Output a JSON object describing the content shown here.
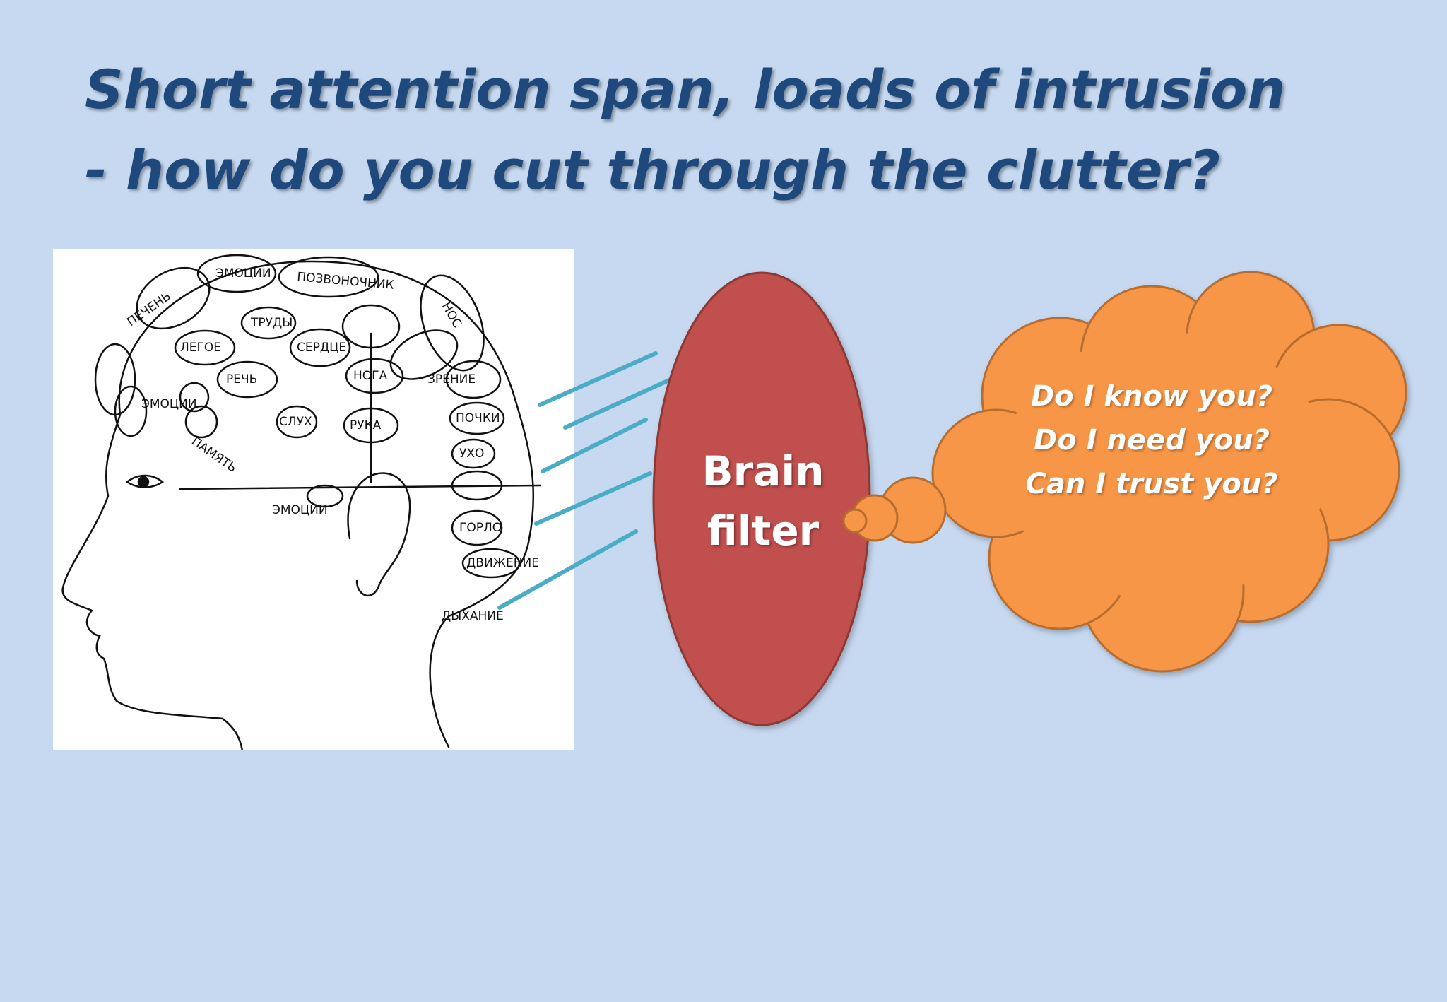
{
  "slide": {
    "title_lines": [
      "Short attention span, loads of intrusion",
      "- how do you cut through the clutter?"
    ],
    "filter_lines": [
      "Brain",
      "filter"
    ],
    "questions": [
      "Do I know you?",
      "Do I need you?",
      "Can I trust you?"
    ],
    "head_labels": [
      "ЭМОЦИИ",
      "ПОЗВОНОЧНИК",
      "ПЕЧЕНЬ",
      "НОС",
      "ТРУДЫ",
      "СЕРДЦЕ",
      "ЛЕГОЕ",
      "НОГА",
      "РЕЧЬ",
      "ЗРЕНИЕ",
      "ЭМОЦИИ",
      "СЛУХ",
      "РУКА",
      "ПОЧКИ",
      "ПАМЯТЬ",
      "УХО",
      "ЭМОЦИИ",
      "ГОРЛО",
      "ДВИЖЕНИЕ",
      "ДЫХАНИЕ"
    ]
  },
  "colors": {
    "background": "#c6d9f1",
    "title": "#1f497d",
    "filter_fill": "#c0504d",
    "filter_stroke": "#8c3836",
    "cloud_fill": "#f79646",
    "cloud_stroke": "#b66d31",
    "connector": "#4bacc6"
  }
}
